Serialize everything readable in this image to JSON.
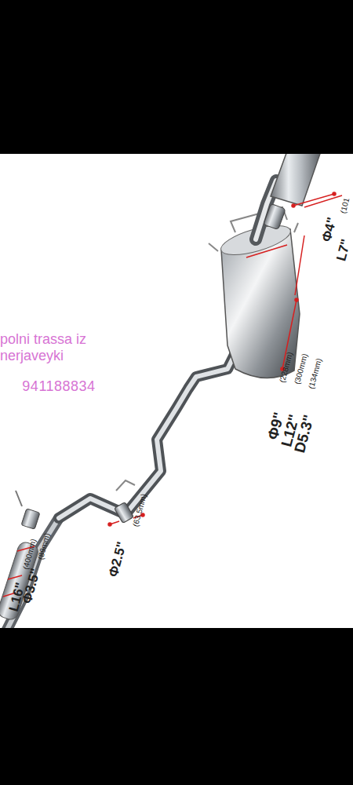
{
  "diagram": {
    "labels": [
      "polni trassa iz nerjaveyki",
      "941188834",
      "Φ4\"",
      "(101",
      "L7\"",
      "Φ9\"",
      "(228mm)",
      "L12\"",
      "(300mm)",
      "D5.3\"",
      "(134mm)",
      "Φ2.5\"",
      "(63.5mm)",
      "Φ3.5\"",
      "(89mm)",
      "L16\"",
      "(400mm)"
    ]
  }
}
